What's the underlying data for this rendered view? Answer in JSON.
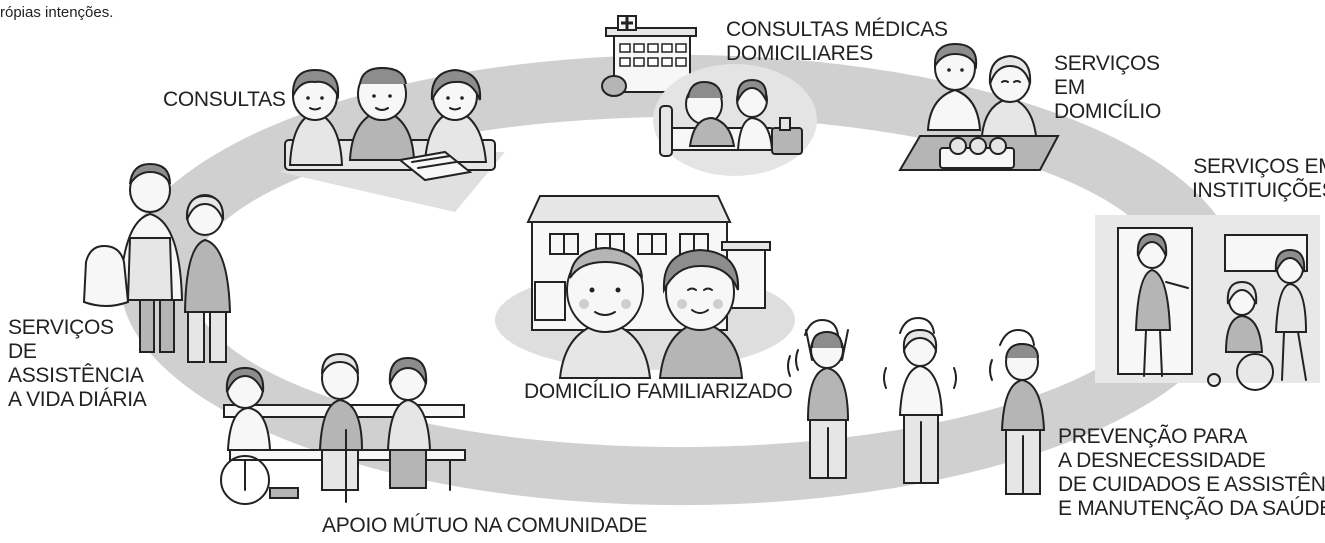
{
  "intro_text": "rópias intenções.",
  "center": {
    "label": "DOMICÍLIO FAMILIARIZADO"
  },
  "services": [
    {
      "id": "consultas",
      "lines": [
        "CONSULTAS"
      ]
    },
    {
      "id": "consultas-medicas",
      "lines": [
        "CONSULTAS MÉDICAS",
        "DOMICILIARES"
      ]
    },
    {
      "id": "servicos-domicilio",
      "lines": [
        "SERVIÇOS",
        "EM",
        "DOMICÍLIO"
      ]
    },
    {
      "id": "servicos-instituicoes",
      "lines": [
        "SERVIÇOS EM",
        "INSTITUIÇÕES"
      ]
    },
    {
      "id": "prevencao",
      "lines": [
        "PREVENÇÃO PARA",
        "A DESNECESSIDADE",
        "DE CUIDADOS E ASSISTÊNCIA,",
        "E MANUTENÇÃO DA SAÚDE"
      ]
    },
    {
      "id": "apoio-mutuo",
      "lines": [
        "APOIO MÚTUO NA COMUNIDADE"
      ]
    },
    {
      "id": "assistencia-vida-diaria",
      "lines": [
        "SERVIÇOS",
        "DE",
        "ASSISTÊNCIA",
        "A VIDA DIÁRIA"
      ]
    }
  ],
  "colors": {
    "ring": "#d0d0d0",
    "ink": "#222222",
    "gray_fill": "#b5b5b5",
    "light_fill": "#e6e6e6",
    "skin": "#f4f4f4"
  }
}
